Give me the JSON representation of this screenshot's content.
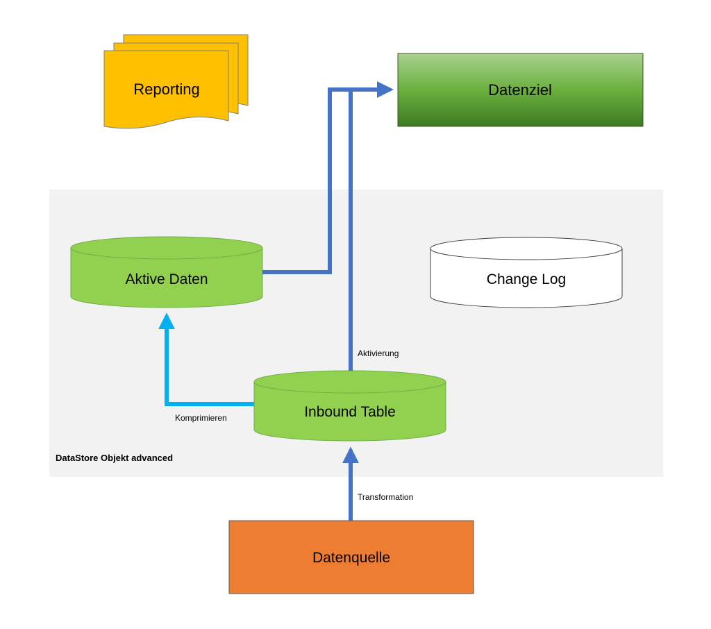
{
  "nodes": {
    "reporting": {
      "label": "Reporting",
      "color": "#FFC000"
    },
    "datenziel": {
      "label": "Datenziel",
      "color": "#4E9A2E"
    },
    "aktive_daten": {
      "label": "Aktive Daten",
      "color": "#92D050"
    },
    "change_log": {
      "label": "Change Log",
      "color": "#FFFFFF"
    },
    "inbound_table": {
      "label": "Inbound Table",
      "color": "#92D050"
    },
    "datenquelle": {
      "label": "Datenquelle",
      "color": "#ED7D31"
    }
  },
  "container": {
    "label": "DataStore Objekt advanced",
    "color": "#F2F2F2"
  },
  "edges": {
    "aktivierung": {
      "label": "Aktivierung",
      "color": "#4472C4"
    },
    "komprimieren": {
      "label": "Komprimieren",
      "color": "#00B0F0"
    },
    "transformation": {
      "label": "Transformation",
      "color": "#4472C4"
    }
  }
}
